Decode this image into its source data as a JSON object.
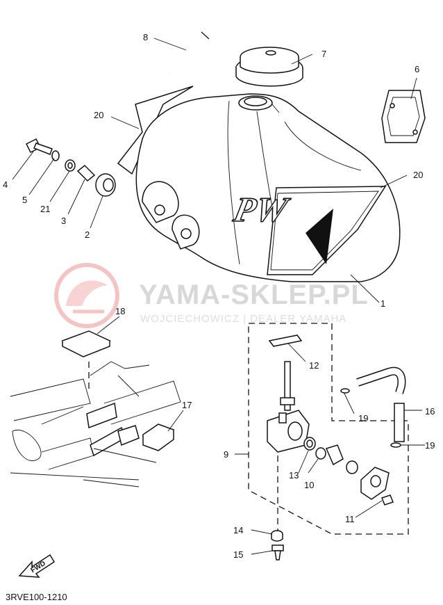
{
  "diagram": {
    "callouts": [
      "1",
      "2",
      "3",
      "4",
      "5",
      "6",
      "7",
      "8",
      "9",
      "10",
      "11",
      "12",
      "13",
      "14",
      "15",
      "16",
      "17",
      "18",
      "19",
      "19",
      "20",
      "20",
      "21"
    ],
    "part_code": "3RVE100-1210",
    "fwd_label": "FWD",
    "tank_badge": "PW",
    "watermark": {
      "title": "YAMA-SKLEP.PL",
      "subtitle": "WOJCIECHOWICZ | DEALER YAMAHA"
    }
  }
}
